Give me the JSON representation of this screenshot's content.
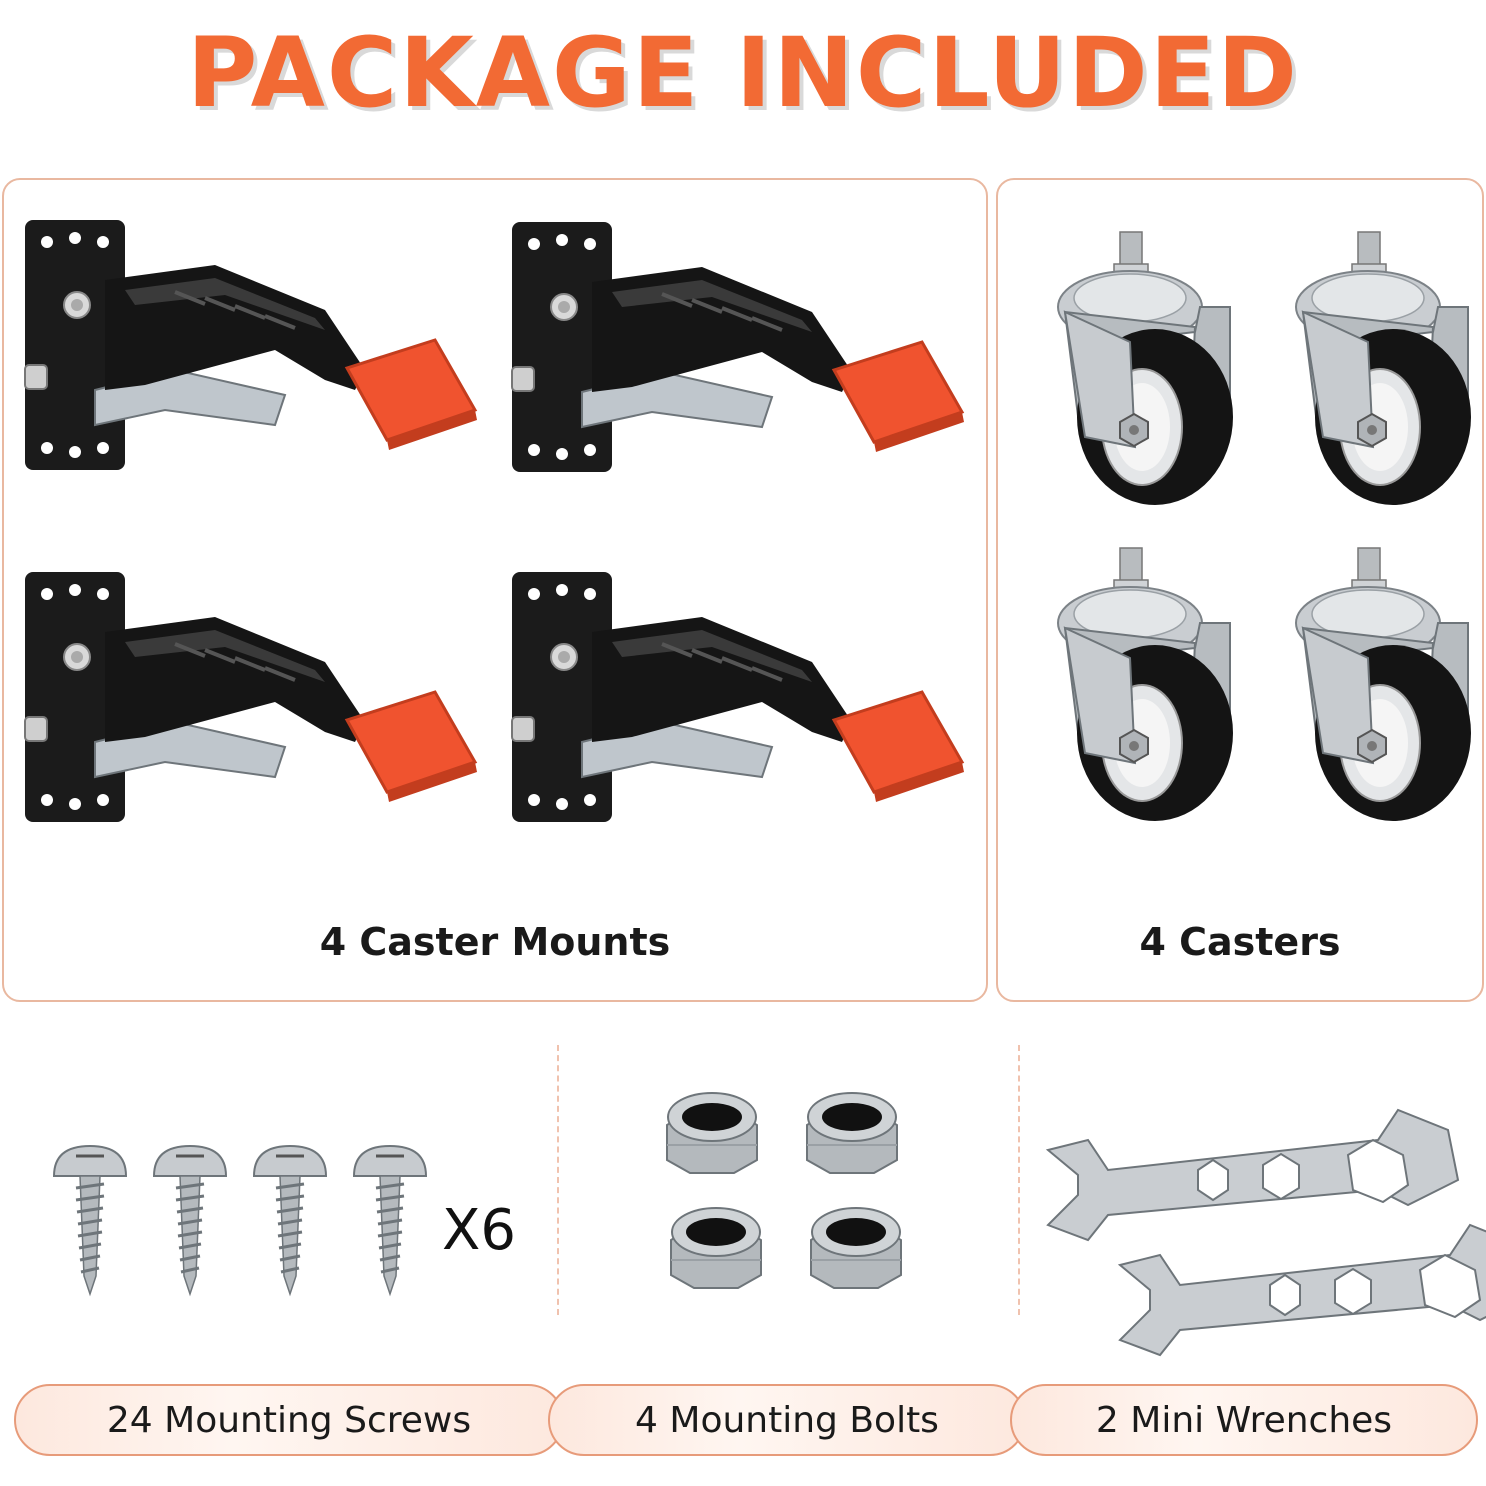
{
  "title": "PACKAGE INCLUDED",
  "panels": {
    "mounts_label": "4 Caster Mounts",
    "casters_label": "4 Casters"
  },
  "screws": {
    "multiplier": "X6"
  },
  "labels": {
    "screws": "24 Mounting Screws",
    "bolts": "4 Mounting Bolts",
    "wrenches": "2 Mini Wrenches"
  },
  "icons": [
    "caster-mount-icon",
    "caster-wheel-icon",
    "screw-icon",
    "lock-nut-icon",
    "wrench-icon"
  ],
  "colors": {
    "accent": "#f26a34",
    "pad": "#f0532f",
    "border": "#e9b8a0"
  }
}
